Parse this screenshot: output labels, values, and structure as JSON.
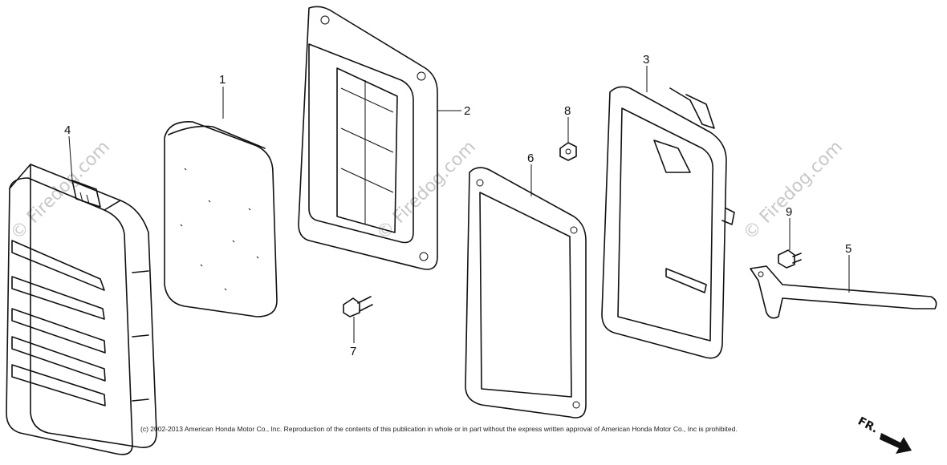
{
  "diagram": {
    "callouts": [
      "1",
      "2",
      "3",
      "4",
      "5",
      "6",
      "7",
      "8",
      "9"
    ],
    "watermark": "© Firedog.com",
    "copyright": "(c) 2002-2013 American Honda Motor Co., Inc. Reproduction of the contents of this publication in whole or in part without the express written approval of American Honda Motor Co., Inc is prohibited.",
    "direction_label": "FR."
  }
}
